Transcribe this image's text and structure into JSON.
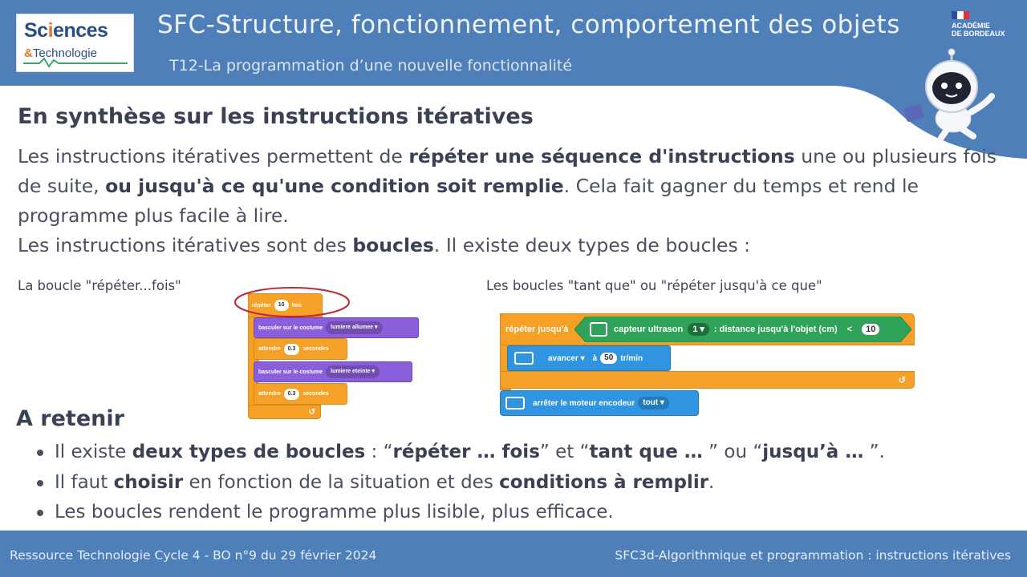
{
  "header": {
    "logo_sci": "Sc",
    "logo_i": "i",
    "logo_ences": "ences",
    "logo_amp": "&",
    "logo_tech": "Technologie",
    "title": "SFC-Structure, fonctionnement, comportement des objets",
    "subtitle": "T12-La programmation d’une nouvelle fonctionnalité",
    "academy_line1": "ACADÉMIE",
    "academy_line2": "DE BORDEAUX"
  },
  "main": {
    "heading": "En synthèse sur les instructions itératives",
    "para1": [
      {
        "t": "Les instructions itératives permettent de ",
        "b": false
      },
      {
        "t": "répéter une séquence d'instructions",
        "b": true
      },
      {
        "t": " une ou plusieurs fois de suite, ",
        "b": false
      },
      {
        "t": "ou jusqu'à ce qu'une condition soit remplie",
        "b": true
      },
      {
        "t": ". Cela fait gagner du temps et rend le programme plus facile à lire.",
        "b": false
      }
    ],
    "para2": [
      {
        "t": "Les instructions itératives sont des ",
        "b": false
      },
      {
        "t": "boucles",
        "b": true
      },
      {
        "t": ". Il existe deux types de boucles :",
        "b": false
      }
    ],
    "caption_left": "La boucle \"répéter...fois\"",
    "caption_right": "Les boucles \"tant que\" ou \"répéter jusqu'à ce que\""
  },
  "scratch_left": {
    "repeat_label": "répéter",
    "repeat_count": "10",
    "repeat_suffix": "fois",
    "costume1_label": "basculer sur le costume",
    "costume1_value": "lumiere allumee ▾",
    "wait1_label": "attendre",
    "wait1_value": "0.3",
    "wait1_unit": "secondes",
    "costume2_label": "basculer sur le costume",
    "costume2_value": "lumiere eteinte ▾",
    "wait2_label": "attendre",
    "wait2_value": "0.3",
    "wait2_unit": "secondes"
  },
  "scratch_right": {
    "until_label": "répéter jusqu'à",
    "sensor_label": "capteur ultrason",
    "sensor_port": "1 ▾",
    "sensor_measure": ": distance jusqu'à l'objet (cm)",
    "compare": "<",
    "threshold": "10",
    "move_dir": "avancer ▾",
    "move_at": "à",
    "move_speed": "50",
    "move_unit": "tr/min",
    "stop_label": "arrêter le moteur encodeur",
    "stop_value": "tout ▾"
  },
  "retenir": {
    "heading": "A retenir",
    "b1": [
      {
        "t": "Il existe ",
        "b": false
      },
      {
        "t": "deux types de boucles",
        "b": true
      },
      {
        "t": " : “",
        "b": false
      },
      {
        "t": "répéter … fois",
        "b": true
      },
      {
        "t": "” et “",
        "b": false
      },
      {
        "t": "tant que …",
        "b": true
      },
      {
        "t": " ” ou “",
        "b": false
      },
      {
        "t": "jusqu’à …",
        "b": true
      },
      {
        "t": " ”.",
        "b": false
      }
    ],
    "b2": [
      {
        "t": "Il faut ",
        "b": false
      },
      {
        "t": "choisir",
        "b": true
      },
      {
        "t": " en fonction de la situation et des ",
        "b": false
      },
      {
        "t": "conditions à remplir",
        "b": true
      },
      {
        "t": ".",
        "b": false
      }
    ],
    "b3": [
      {
        "t": "Les boucles rendent le programme plus lisible, plus efficace.",
        "b": false
      }
    ]
  },
  "footer": {
    "left": "Ressource Technologie Cycle 4 - BO n°9 du 29 février 2024",
    "right": "SFC3d-Algorithmique et programmation : instructions itératives"
  },
  "colors": {
    "header_blue": "#4e7fb9",
    "scratch_orange": "#f5a128",
    "scratch_purple": "#8a5fd9",
    "scratch_blue": "#2f95e0",
    "scratch_green": "#2fa35a",
    "highlight_red": "#c0263a"
  },
  "icons": [
    "wave-icon",
    "robot-mascot-icon",
    "motor-icon",
    "sensor-icon",
    "loop-arrow-icon"
  ]
}
